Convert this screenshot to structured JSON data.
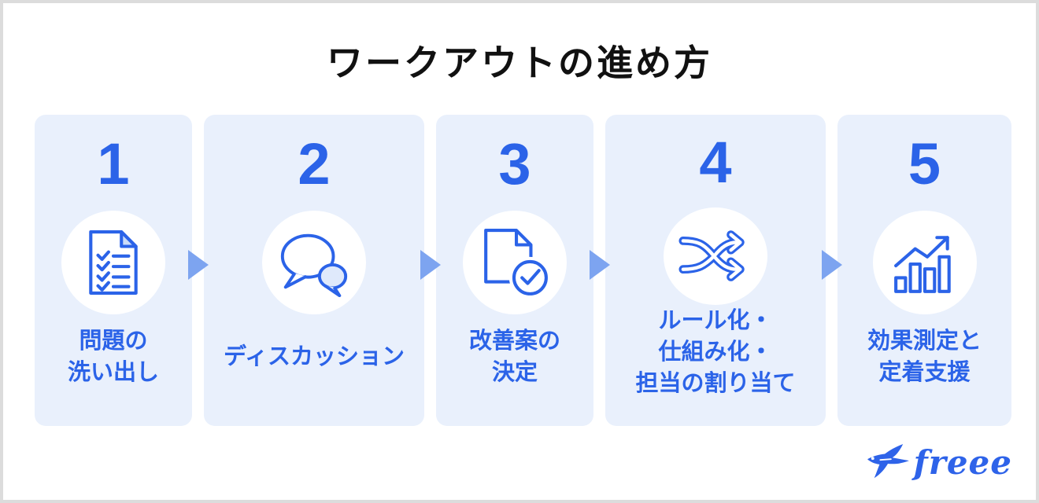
{
  "title": "ワークアウトの進め方",
  "steps": [
    {
      "number": "1",
      "label": "問題の\n洗い出し",
      "icon": "checklist-document-icon"
    },
    {
      "number": "2",
      "label": "ディスカッション",
      "icon": "speech-bubbles-icon"
    },
    {
      "number": "3",
      "label": "改善案の\n決定",
      "icon": "document-check-icon"
    },
    {
      "number": "4",
      "label": "ルール化・\n仕組み化・\n担当の割り当て",
      "icon": "shuffle-arrows-icon"
    },
    {
      "number": "5",
      "label": "効果測定と\n定着支援",
      "icon": "bar-chart-growth-icon"
    }
  ],
  "arrows_between_steps": 4,
  "logo": {
    "text": "freee"
  },
  "colors": {
    "accent_blue": "#2B63E8",
    "card_background": "#E9F0FC",
    "arrow_blue": "#7DA4F0",
    "frame_border": "#DCDCDC",
    "title_text": "#111111",
    "logo_blue": "#2E63E9",
    "icon_light_fill": "#DFE9FB"
  }
}
